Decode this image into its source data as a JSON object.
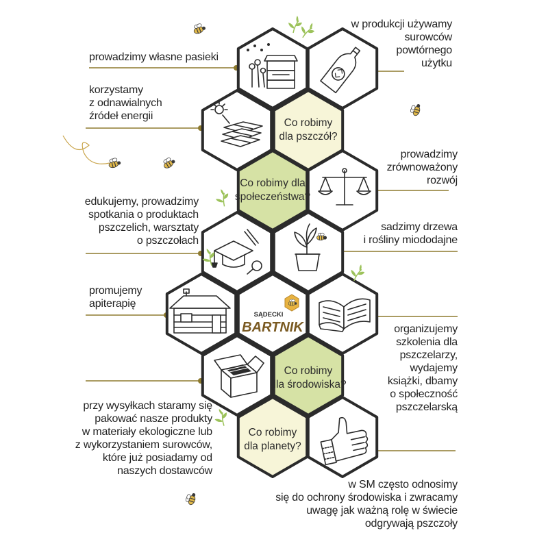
{
  "colors": {
    "hex_stroke": "#2b2b2b",
    "hex_green": "#d6e2a5",
    "hex_cream": "#f7f5d8",
    "hex_white": "#ffffff",
    "connector": "#8d7a2e",
    "bee_yellow": "#e0b84a",
    "leaf_green": "#9cc25a"
  },
  "hexagons": [
    {
      "id": "beehive",
      "icon": "beehive-flowers-icon",
      "fill": "white"
    },
    {
      "id": "recycled-bottle",
      "icon": "recycled-bottle-icon",
      "fill": "white"
    },
    {
      "id": "solar-panels",
      "icon": "solar-panels-icon",
      "fill": "white"
    },
    {
      "id": "bees-question",
      "text": [
        "Co robimy",
        "dla pszczół?"
      ],
      "fill": "cream"
    },
    {
      "id": "society-question",
      "text": [
        "Co robimy dla",
        "społeczeństwa?"
      ],
      "fill": "green"
    },
    {
      "id": "scales",
      "icon": "scales-icon",
      "fill": "white"
    },
    {
      "id": "education",
      "icon": "graduation-cap-icon",
      "fill": "white"
    },
    {
      "id": "plant-pot",
      "icon": "potted-plant-icon",
      "fill": "white"
    },
    {
      "id": "wooden-hut",
      "icon": "wooden-hut-icon",
      "fill": "white"
    },
    {
      "id": "logo",
      "logo_top": "SĄDECKI",
      "logo_main": "BARTNIK",
      "fill": "white"
    },
    {
      "id": "open-book",
      "icon": "open-book-icon",
      "fill": "white"
    },
    {
      "id": "package",
      "icon": "cardboard-box-icon",
      "fill": "white"
    },
    {
      "id": "environment-question",
      "text": [
        "Co robimy",
        "dla środowiska?"
      ],
      "fill": "green"
    },
    {
      "id": "planet-question",
      "text": [
        "Co robimy",
        "dla planety?"
      ],
      "fill": "cream"
    },
    {
      "id": "thumbs-up",
      "icon": "thumbs-up-icon",
      "fill": "white"
    }
  ],
  "labels": {
    "own_apiaries": [
      "prowadzimy własne pasieki"
    ],
    "recycled_materials": [
      "w produkcji używamy",
      "surowców",
      "powtórnego",
      "użytku"
    ],
    "renewable_energy": [
      "korzystamy",
      "z odnawialnych",
      "źródeł energii"
    ],
    "sustainable_development": [
      "prowadzimy",
      "zrównoważony",
      "rozwój"
    ],
    "education": [
      "edukujemy, prowadzimy",
      "spotkania o produktach",
      "pszczelich, warsztaty",
      "o pszczołach"
    ],
    "planting": [
      "sadzimy drzewa",
      "i rośliny miododajne"
    ],
    "apitherapy": [
      "promujemy",
      "apiterapię"
    ],
    "beekeeper_training": [
      "organizujemy",
      "szkolenia dla",
      "pszczelarzy,",
      "wydajemy",
      "książki, dbamy",
      "o społeczność",
      "pszczelarską"
    ],
    "eco_packaging": [
      "przy wysyłkach staramy się",
      "pakować nasze produkty",
      "w materiały ekologiczne lub",
      "z wykorzystaniem surowców,",
      "które już posiadamy od",
      "naszych dostawców"
    ],
    "social_media": [
      "w SM często odnosimy",
      "się do ochrony środowiska i zwracamy",
      "uwagę jak ważną rolę w świecie",
      "odgrywają pszczoły"
    ]
  }
}
